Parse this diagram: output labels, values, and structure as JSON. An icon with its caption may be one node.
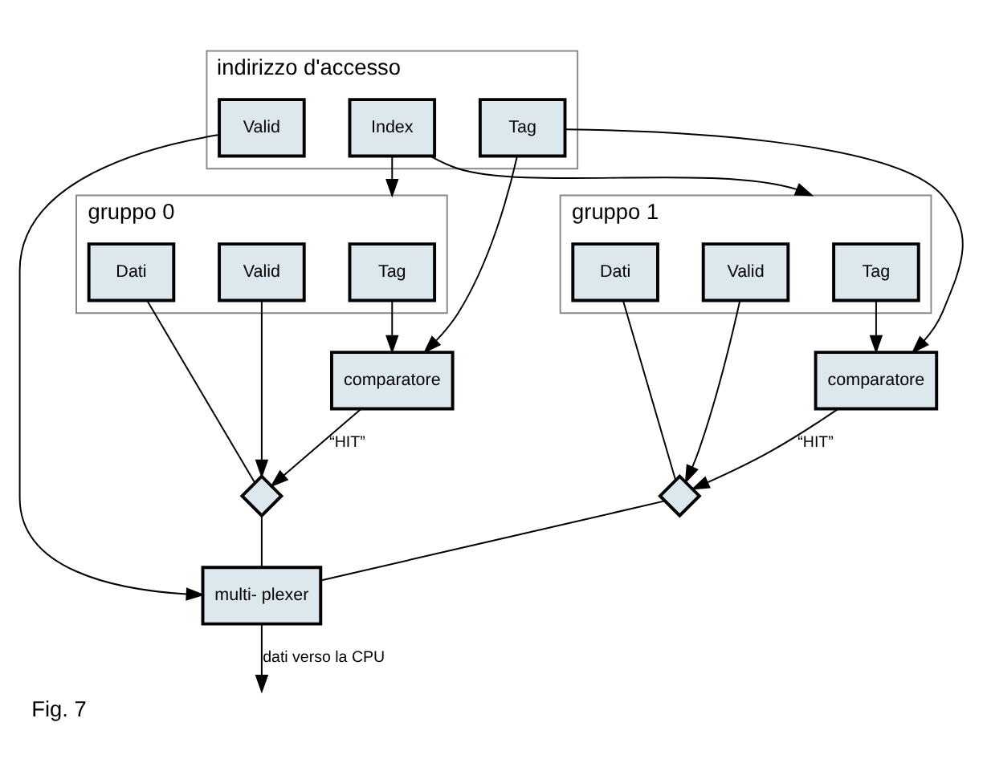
{
  "diagram": {
    "caption": "Fig. 7",
    "nodes": [
      {
        "text": [
          "indirizzo d'accesso"
        ]
      },
      {
        "text": [
          "Tag"
        ],
        "in": 0
      },
      {
        "text": [
          "Index"
        ],
        "in": 0
      },
      {
        "text": [
          "Valid"
        ],
        "in": 0
      },
      {
        "text": [
          "gruppo 0"
        ]
      },
      {
        "text": [
          "Tag"
        ],
        "in": 4
      },
      {
        "text": [
          "Dati"
        ],
        "in": 4
      },
      {
        "text": [
          "Valid"
        ],
        "in": 4
      },
      {
        "text": [
          "gruppo 1"
        ]
      },
      {
        "text": [
          "Tag"
        ],
        "in": 8
      },
      {
        "text": [
          "Dati"
        ],
        "in": 8
      },
      {
        "text": [
          "Valid"
        ],
        "in": 8
      },
      {
        "text": [
          "comparatore"
        ]
      },
      {
        "text": [],
        "shape": "gate"
      },
      {
        "text": [
          "comparatore"
        ]
      },
      {
        "text": [],
        "shape": "gate"
      },
      {
        "text": [
          "multi- plexer"
        ]
      }
    ],
    "edges": [
      {
        "from": 1,
        "to": 12,
        "arrow": "to"
      },
      {
        "from": 1,
        "to": 14,
        "arrow": "to"
      },
      {
        "from": 2,
        "to": 4,
        "arrow": "to"
      },
      {
        "from": 2,
        "to": 8,
        "arrow": "to"
      },
      {
        "from": 3,
        "to": 16,
        "arrow": "to"
      },
      {
        "from": 5,
        "to": 12,
        "arrow": "to"
      },
      {
        "from": 6,
        "to": 13,
        "arrow": "none"
      },
      {
        "from": 7,
        "to": 13,
        "arrow": "to"
      },
      {
        "from": 12,
        "to": 13,
        "arrow": "to",
        "label": "“HIT”"
      },
      {
        "from": 9,
        "to": 14,
        "arrow": "to"
      },
      {
        "from": 10,
        "to": 15,
        "arrow": "none"
      },
      {
        "from": 11,
        "to": 15,
        "arrow": "to"
      },
      {
        "from": 14,
        "to": 15,
        "arrow": "to",
        "label": "“HIT”"
      },
      {
        "from": 13,
        "to": 16,
        "arrow": "none"
      },
      {
        "from": 15,
        "to": 16,
        "arrow": "none"
      },
      {
        "from": 16,
        "to": null,
        "arrow": "to",
        "label": "dati verso la CPU"
      }
    ]
  }
}
